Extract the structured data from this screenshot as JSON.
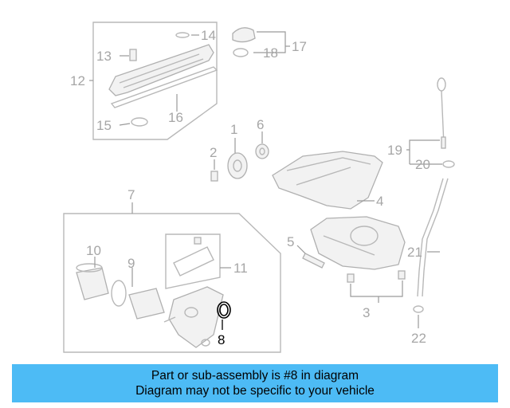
{
  "diagram": {
    "callouts": [
      "1",
      "2",
      "3",
      "4",
      "5",
      "6",
      "7",
      "8",
      "9",
      "10",
      "11",
      "12",
      "13",
      "14",
      "15",
      "16",
      "17",
      "18",
      "19",
      "20",
      "21",
      "22"
    ],
    "highlighted_callout": "8"
  },
  "banner": {
    "line1": "Part or sub-assembly is #8 in diagram",
    "line2": "Diagram may not be specific to your vehicle",
    "color": "#4dbbf5"
  }
}
